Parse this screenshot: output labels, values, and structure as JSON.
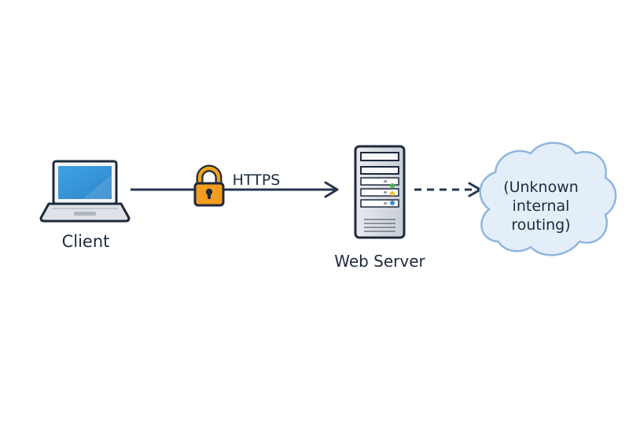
{
  "nodes": {
    "client": {
      "label": "Client",
      "icon": "laptop-icon"
    },
    "server": {
      "label": "Web Server",
      "icon": "server-icon"
    },
    "cloud": {
      "lines": [
        "(Unknown",
        "internal",
        "routing)"
      ],
      "icon": "cloud-icon"
    }
  },
  "edges": {
    "client_to_server": {
      "label": "HTTPS",
      "style": "solid",
      "icon": "padlock-icon"
    },
    "server_to_cloud": {
      "label": "",
      "style": "dashed"
    }
  },
  "colors": {
    "arrow": "#253650",
    "lock": "#f39c1e",
    "screen": "#3a9ad9",
    "cloud_fill": "#e3eef9",
    "cloud_stroke": "#8fb6de",
    "led_green": "#3fb950",
    "led_yellow": "#f2c12e",
    "led_blue": "#3a8fd6"
  }
}
